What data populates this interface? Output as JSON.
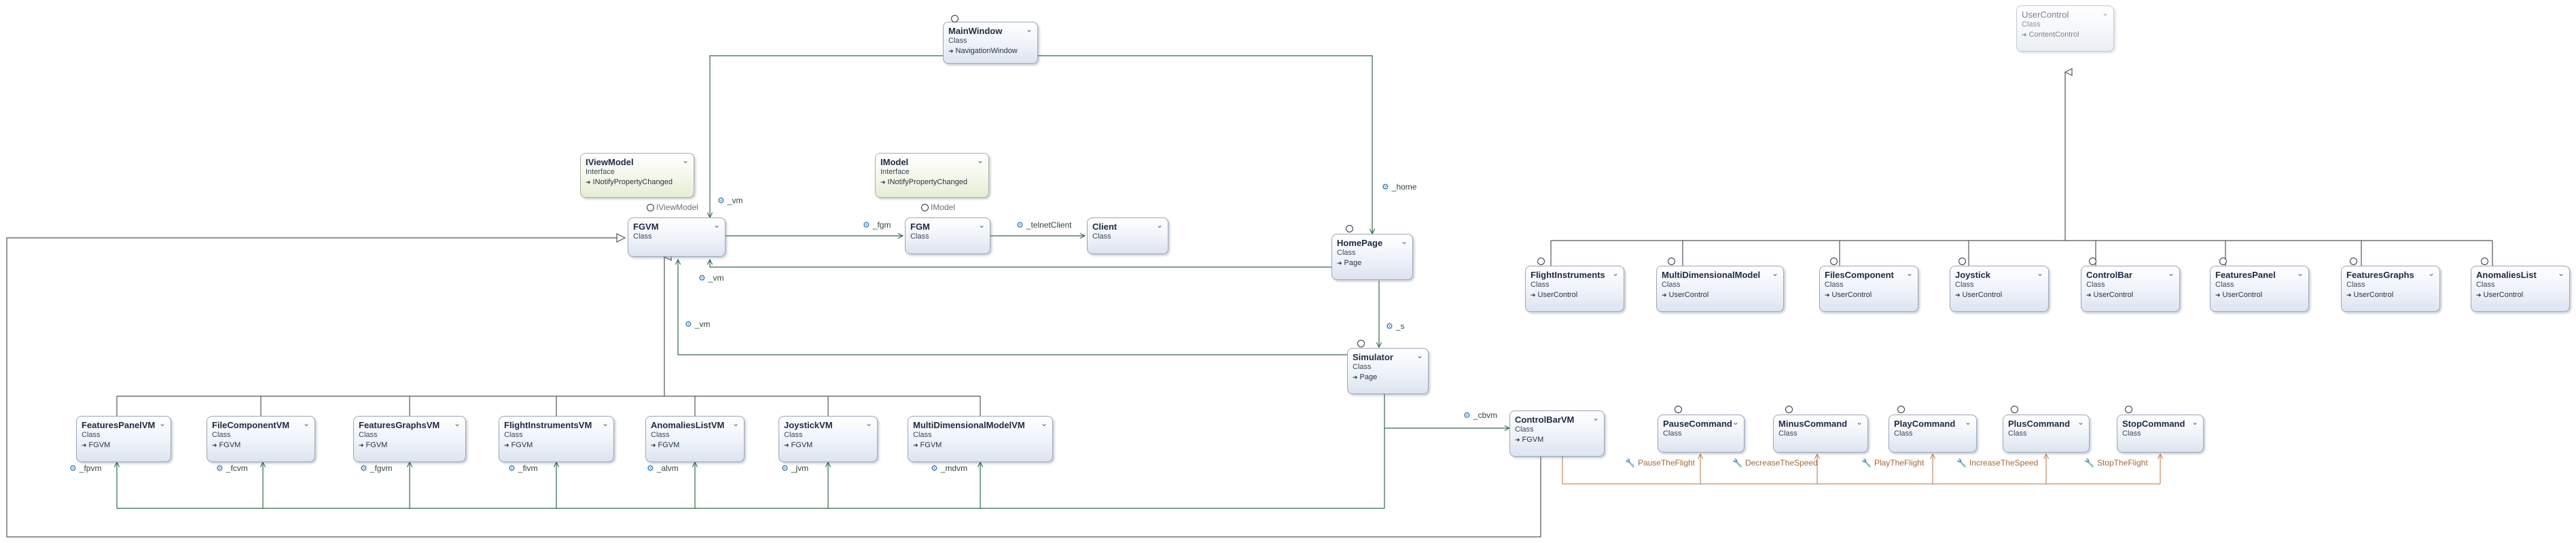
{
  "colors": {
    "association": "#2f6b49",
    "inheritance": "#555555",
    "command_link": "#c58a5c",
    "class_fill": "#eef2f9",
    "interface_fill": "#f3f7ea"
  },
  "diagram": {
    "nodes": {
      "mainwindow": {
        "name": "MainWindow",
        "kind": "Class",
        "base": "NavigationWindow"
      },
      "usercontrol": {
        "name": "UserControl",
        "kind": "Class",
        "base": "ContentControl"
      },
      "iviewmodel": {
        "name": "IViewModel",
        "kind": "Interface",
        "base": "INotifyPropertyChanged"
      },
      "imodel": {
        "name": "IModel",
        "kind": "Interface",
        "base": "INotifyPropertyChanged"
      },
      "fgvm": {
        "name": "FGVM",
        "kind": "Class"
      },
      "fgm": {
        "name": "FGM",
        "kind": "Class"
      },
      "client": {
        "name": "Client",
        "kind": "Class"
      },
      "homepage": {
        "name": "HomePage",
        "kind": "Class",
        "base": "Page"
      },
      "simulator": {
        "name": "Simulator",
        "kind": "Class",
        "base": "Page"
      },
      "flightinstruments": {
        "name": "FlightInstruments",
        "kind": "Class",
        "base": "UserControl"
      },
      "multidimensionalmodel": {
        "name": "MultiDimensionalModel",
        "kind": "Class",
        "base": "UserControl"
      },
      "filescomponent": {
        "name": "FilesComponent",
        "kind": "Class",
        "base": "UserControl"
      },
      "joystick": {
        "name": "Joystick",
        "kind": "Class",
        "base": "UserControl"
      },
      "controlbar": {
        "name": "ControlBar",
        "kind": "Class",
        "base": "UserControl"
      },
      "featurespanel": {
        "name": "FeaturesPanel",
        "kind": "Class",
        "base": "UserControl"
      },
      "featuresgraphs": {
        "name": "FeaturesGraphs",
        "kind": "Class",
        "base": "UserControl"
      },
      "anomalieslist": {
        "name": "AnomaliesList",
        "kind": "Class",
        "base": "UserControl"
      },
      "featurespanelvm": {
        "name": "FeaturesPanelVM",
        "kind": "Class",
        "base": "FGVM"
      },
      "filecomponentvm": {
        "name": "FileComponentVM",
        "kind": "Class",
        "base": "FGVM"
      },
      "featuresgraphsvm": {
        "name": "FeaturesGraphsVM",
        "kind": "Class",
        "base": "FGVM"
      },
      "flightinstrumentsvm": {
        "name": "FlightInstrumentsVM",
        "kind": "Class",
        "base": "FGVM"
      },
      "anomalieslistvm": {
        "name": "AnomaliesListVM",
        "kind": "Class",
        "base": "FGVM"
      },
      "joystickvm": {
        "name": "JoystickVM",
        "kind": "Class",
        "base": "FGVM"
      },
      "multidimensionalmodelvm": {
        "name": "MultiDimensionalModelVM",
        "kind": "Class",
        "base": "FGVM"
      },
      "controlbarvm": {
        "name": "ControlBarVM",
        "kind": "Class",
        "base": "FGVM"
      },
      "pausecommand": {
        "name": "PauseCommand",
        "kind": "Class"
      },
      "minuscommand": {
        "name": "MinusCommand",
        "kind": "Class"
      },
      "playcommand": {
        "name": "PlayCommand",
        "kind": "Class"
      },
      "pluscommand": {
        "name": "PlusCommand",
        "kind": "Class"
      },
      "stopcommand": {
        "name": "StopCommand",
        "kind": "Class"
      }
    },
    "labels": {
      "vm_main": "_vm",
      "home": "_home",
      "iviewmodel_impl": "IViewModel",
      "imodel_impl": "IModel",
      "fgm": "_fgm",
      "telnetclient": "_telnetClient",
      "vm_home": "_vm",
      "vm_sim": "_vm",
      "s": "_s",
      "cbvm": "_cbvm",
      "fpvm": "_fpvm",
      "fcvm": "_fcvm",
      "fgvm": "_fgvm",
      "fivm": "_fivm",
      "alvm": "_alvm",
      "jvm": "_jvm",
      "mdvm": "_mdvm",
      "pause": "PauseTheFlight",
      "decrease": "DecreaseTheSpeed",
      "play": "PlayTheFlight",
      "increase": "IncreaseTheSpeed",
      "stop": "StopTheFlight"
    }
  }
}
